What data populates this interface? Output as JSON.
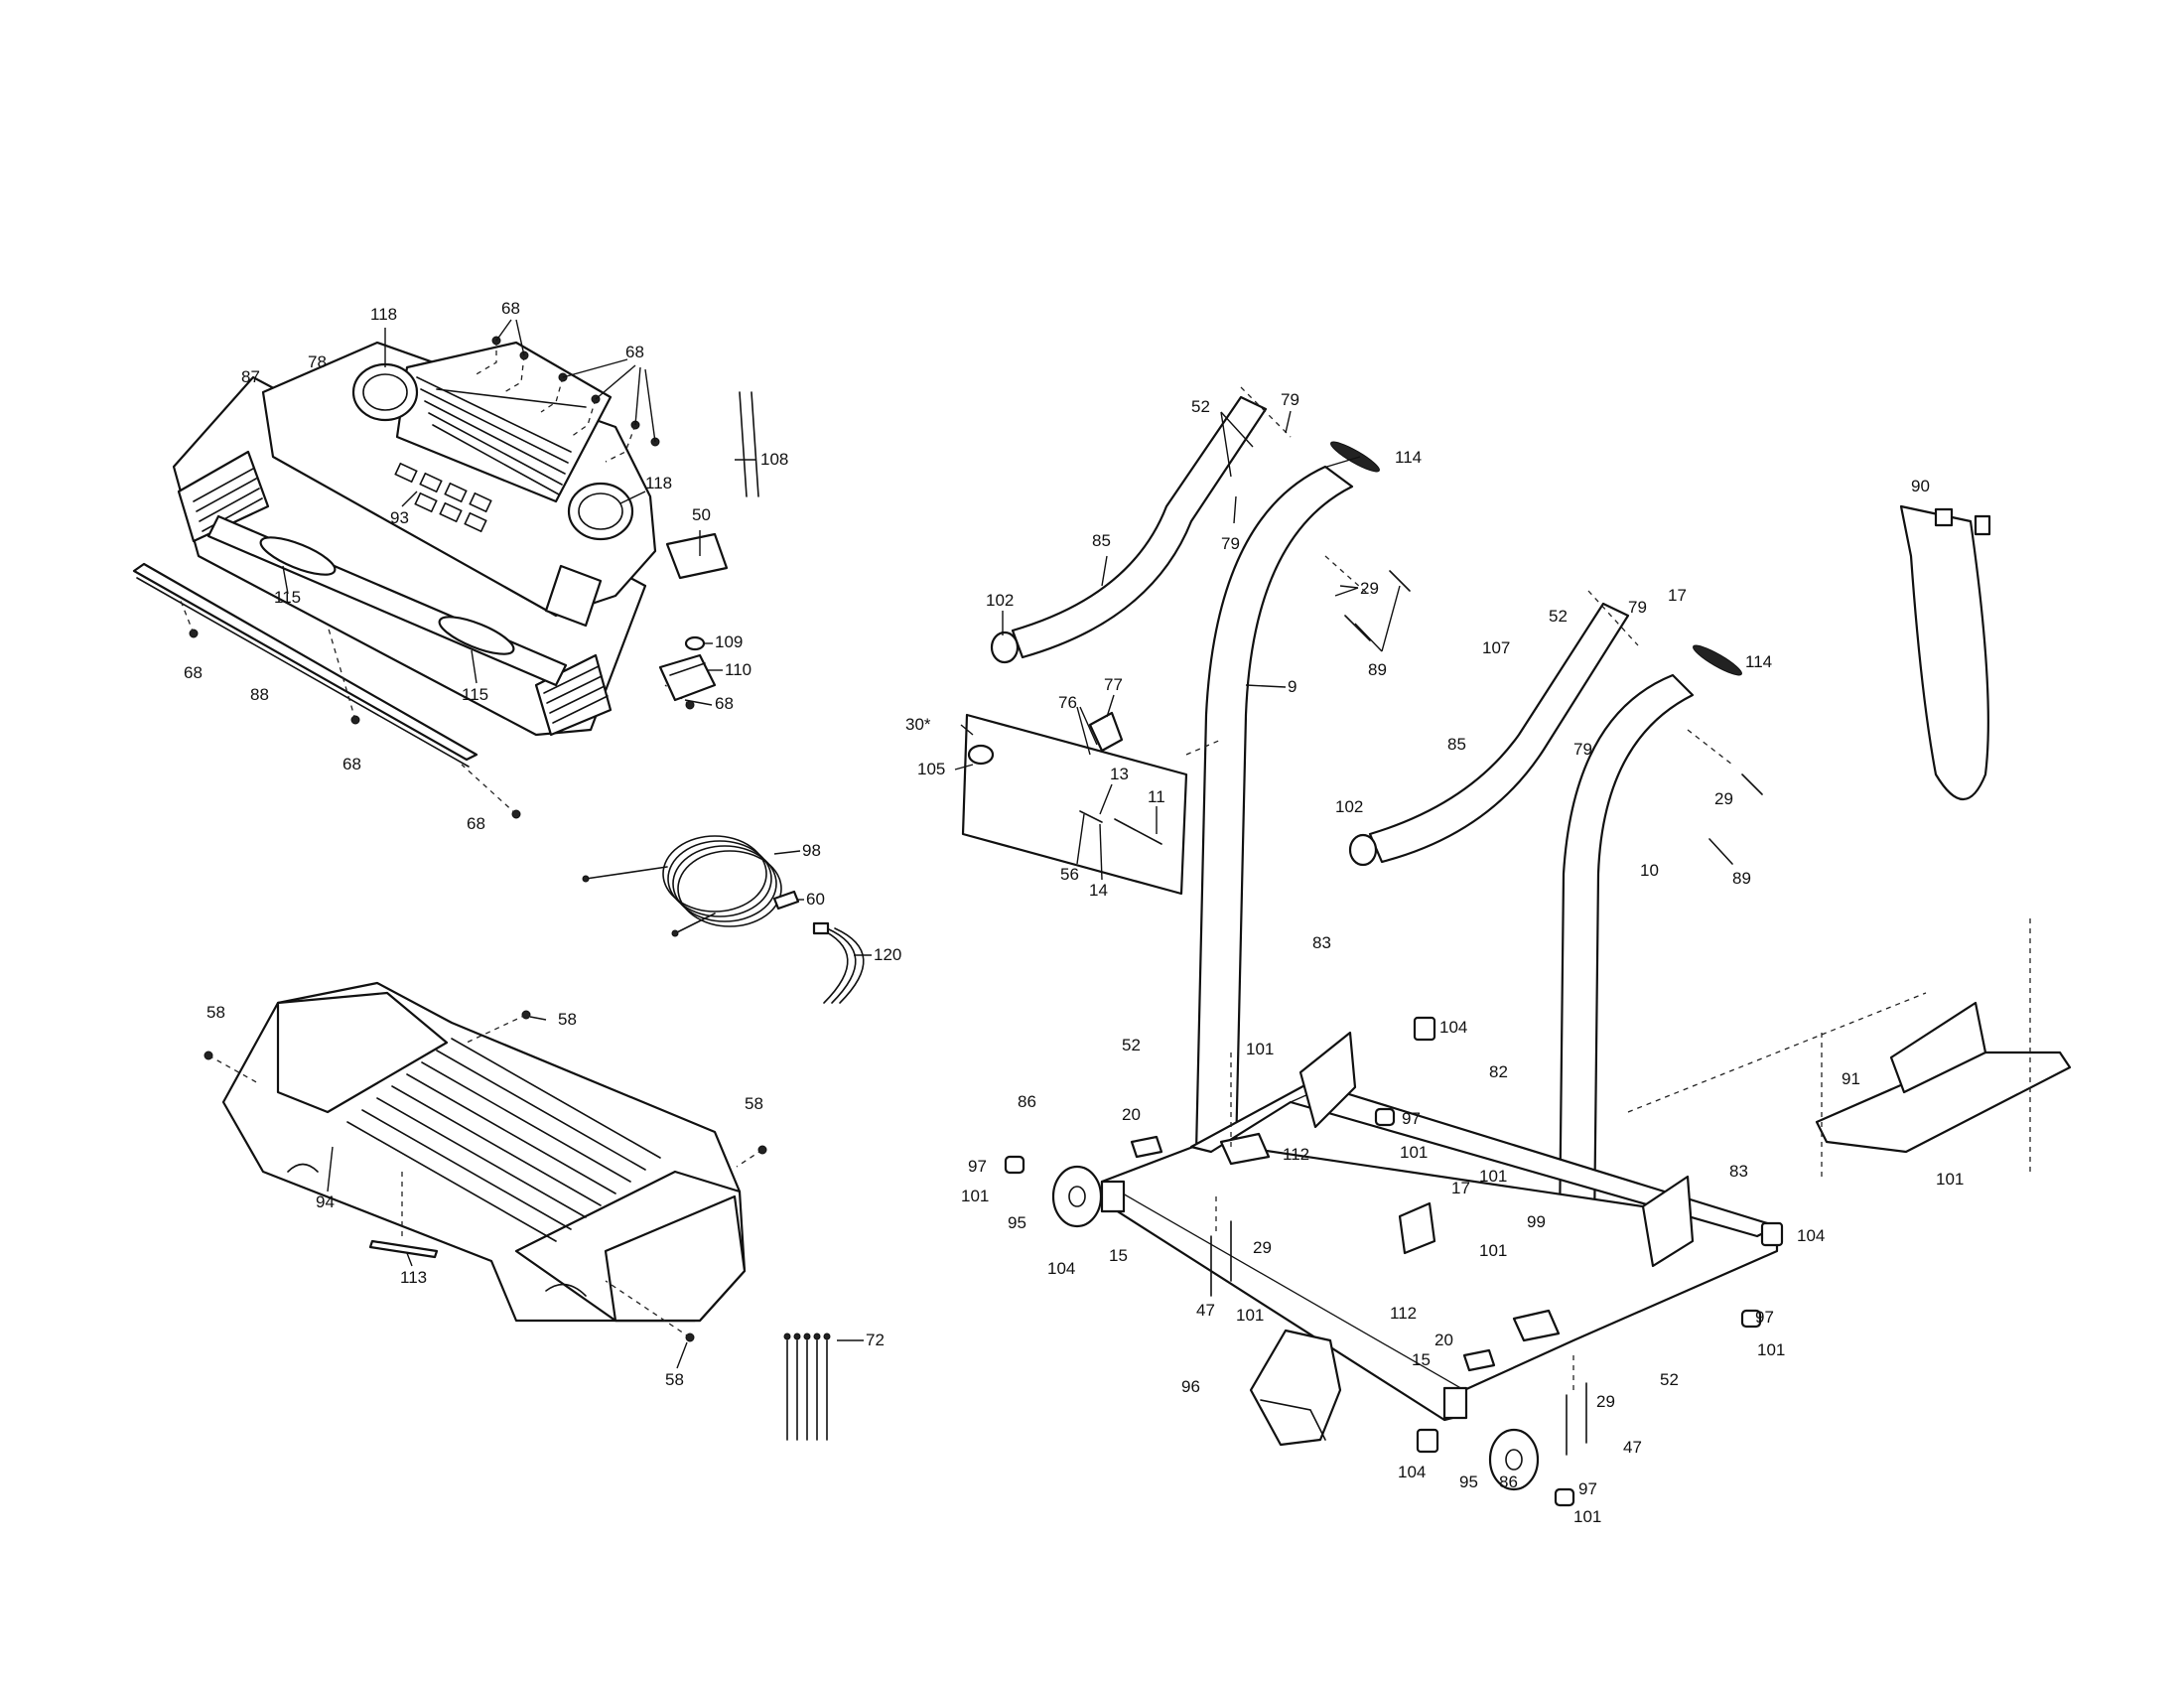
{
  "diagram": {
    "callouts": [
      {
        "id": "c118a",
        "text": "118"
      },
      {
        "id": "c68a",
        "text": "68"
      },
      {
        "id": "c68b",
        "text": "68"
      },
      {
        "id": "c87",
        "text": "87"
      },
      {
        "id": "c78",
        "text": "78"
      },
      {
        "id": "c108",
        "text": "108"
      },
      {
        "id": "c118b",
        "text": "118"
      },
      {
        "id": "c93",
        "text": "93"
      },
      {
        "id": "c50",
        "text": "50"
      },
      {
        "id": "c115a",
        "text": "115"
      },
      {
        "id": "c68c",
        "text": "68"
      },
      {
        "id": "c88",
        "text": "88"
      },
      {
        "id": "c115b",
        "text": "115"
      },
      {
        "id": "c109",
        "text": "109"
      },
      {
        "id": "c110",
        "text": "110"
      },
      {
        "id": "c68d",
        "text": "68"
      },
      {
        "id": "c68e",
        "text": "68"
      },
      {
        "id": "c68f",
        "text": "68"
      },
      {
        "id": "c98",
        "text": "98"
      },
      {
        "id": "c60",
        "text": "60"
      },
      {
        "id": "c120",
        "text": "120"
      },
      {
        "id": "c58a",
        "text": "58"
      },
      {
        "id": "c58b",
        "text": "58"
      },
      {
        "id": "c58c",
        "text": "58"
      },
      {
        "id": "c94",
        "text": "94"
      },
      {
        "id": "c113",
        "text": "113"
      },
      {
        "id": "c58d",
        "text": "58"
      },
      {
        "id": "c72",
        "text": "72"
      },
      {
        "id": "c52a",
        "text": "52"
      },
      {
        "id": "c79a",
        "text": "79"
      },
      {
        "id": "c114a",
        "text": "114"
      },
      {
        "id": "c79b",
        "text": "79"
      },
      {
        "id": "c85a",
        "text": "85"
      },
      {
        "id": "c29a",
        "text": "29"
      },
      {
        "id": "c89a",
        "text": "89"
      },
      {
        "id": "c102a",
        "text": "102"
      },
      {
        "id": "c9",
        "text": "9"
      },
      {
        "id": "c77",
        "text": "77"
      },
      {
        "id": "c76",
        "text": "76"
      },
      {
        "id": "c30",
        "text": "30*"
      },
      {
        "id": "c105",
        "text": "105"
      },
      {
        "id": "c13",
        "text": "13"
      },
      {
        "id": "c11",
        "text": "11"
      },
      {
        "id": "c56",
        "text": "56"
      },
      {
        "id": "c14",
        "text": "14"
      },
      {
        "id": "c52b",
        "text": "52"
      },
      {
        "id": "c79c",
        "text": "79"
      },
      {
        "id": "c17a",
        "text": "17"
      },
      {
        "id": "c114b",
        "text": "114"
      },
      {
        "id": "c107",
        "text": "107"
      },
      {
        "id": "c79d",
        "text": "79"
      },
      {
        "id": "c85b",
        "text": "85"
      },
      {
        "id": "c29b",
        "text": "29"
      },
      {
        "id": "c102b",
        "text": "102"
      },
      {
        "id": "c89b",
        "text": "89"
      },
      {
        "id": "c10",
        "text": "10"
      },
      {
        "id": "c90",
        "text": "90"
      },
      {
        "id": "c83a",
        "text": "83"
      },
      {
        "id": "c104a",
        "text": "104"
      },
      {
        "id": "c82",
        "text": "82"
      },
      {
        "id": "c52c",
        "text": "52"
      },
      {
        "id": "c101a",
        "text": "101"
      },
      {
        "id": "c97a",
        "text": "97"
      },
      {
        "id": "c101b",
        "text": "101"
      },
      {
        "id": "c86a",
        "text": "86"
      },
      {
        "id": "c20a",
        "text": "20"
      },
      {
        "id": "c112a",
        "text": "112"
      },
      {
        "id": "c97b",
        "text": "97"
      },
      {
        "id": "c101c",
        "text": "101"
      },
      {
        "id": "c95a",
        "text": "95"
      },
      {
        "id": "c29c",
        "text": "29"
      },
      {
        "id": "c104b",
        "text": "104"
      },
      {
        "id": "c15a",
        "text": "15"
      },
      {
        "id": "c47a",
        "text": "47"
      },
      {
        "id": "c101d",
        "text": "101"
      },
      {
        "id": "c17b",
        "text": "17"
      },
      {
        "id": "c99",
        "text": "99"
      },
      {
        "id": "c83b",
        "text": "83"
      },
      {
        "id": "c101e",
        "text": "101"
      },
      {
        "id": "c91",
        "text": "91"
      },
      {
        "id": "c101f",
        "text": "101"
      },
      {
        "id": "c104c",
        "text": "104"
      },
      {
        "id": "c112b",
        "text": "112"
      },
      {
        "id": "c101g",
        "text": "101"
      },
      {
        "id": "c96",
        "text": "96"
      },
      {
        "id": "c20b",
        "text": "20"
      },
      {
        "id": "c15b",
        "text": "15"
      },
      {
        "id": "c97c",
        "text": "97"
      },
      {
        "id": "c101h",
        "text": "101"
      },
      {
        "id": "c52d",
        "text": "52"
      },
      {
        "id": "c29d",
        "text": "29"
      },
      {
        "id": "c47b",
        "text": "47"
      },
      {
        "id": "c104d",
        "text": "104"
      },
      {
        "id": "c95b",
        "text": "95"
      },
      {
        "id": "c86b",
        "text": "86"
      },
      {
        "id": "c97d",
        "text": "97"
      },
      {
        "id": "c101i",
        "text": "101"
      }
    ]
  }
}
